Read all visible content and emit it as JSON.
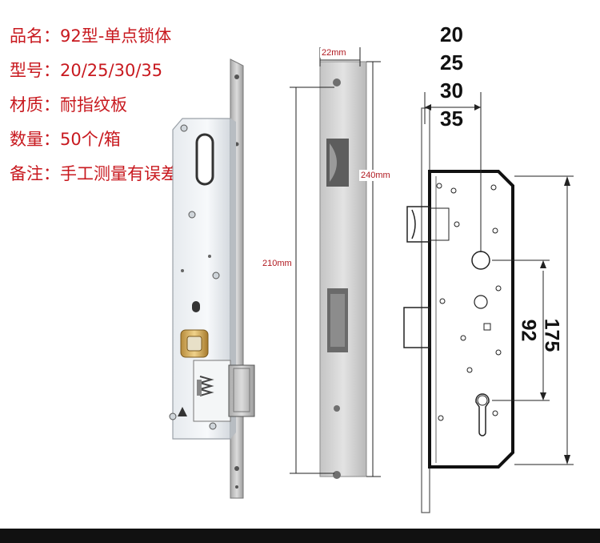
{
  "specs": [
    {
      "label": "品名：",
      "value": "92型-单点锁体"
    },
    {
      "label": "型号：",
      "value": "20/25/30/35"
    },
    {
      "label": "材质：",
      "value": "耐指纹板"
    },
    {
      "label": "数量：",
      "value": "50个/箱"
    },
    {
      "label": "备注：",
      "value": "手工测量有误差"
    }
  ],
  "faceplate_dims": {
    "width": "22mm",
    "hole_spacing": "210mm",
    "length": "240mm"
  },
  "drawing": {
    "backset_options": [
      "20",
      "25",
      "30",
      "35"
    ],
    "center_distance": "92",
    "body_height": "175"
  },
  "colors": {
    "spec_text": "#c8191f",
    "dim_text": "#b0181f",
    "steel": "#c9c9c9"
  }
}
